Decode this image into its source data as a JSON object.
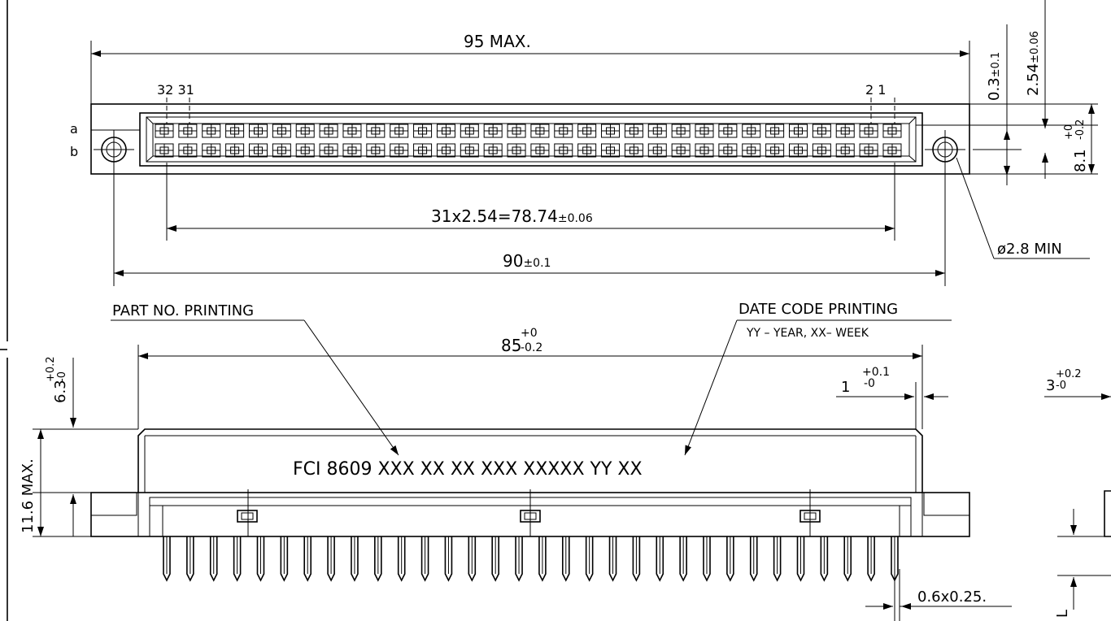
{
  "top_view": {
    "overall_length": "95  MAX.",
    "pin_label_32_31": "32 31",
    "pin_label_2_1": "2  1",
    "row_a": "a",
    "row_b": "b",
    "pitch_dim": "31x2.54=78.74",
    "pitch_tol": "±0.06",
    "mount_spacing": "90",
    "mount_tol": "±0.1",
    "hole_dia": "ø2.8  MIN",
    "offset_dim": "0.3",
    "offset_tol": "±0.1",
    "row_pitch_dim": "2.54",
    "row_pitch_tol": "±0.06",
    "width_dim": "8.1",
    "width_tol_plus": "+0",
    "width_tol_minus": "-0.2"
  },
  "side_view": {
    "part_no_label": "PART  NO.  PRINTING",
    "date_code_label": "DATE  CODE  PRINTING",
    "date_code_sub": "YY  –  YEAR,  XX–  WEEK",
    "body_length": "85",
    "body_tol_plus": "+0",
    "body_tol_minus": "-0.2",
    "marking_text": "FCI 8609  XXX XX XX XXX XXXXX   YY XX",
    "flange_dim": "1",
    "flange_tol_plus": "+0.1",
    "flange_tol_minus": "-0",
    "body_height": "6.3",
    "body_height_tol_plus": "+0.2",
    "body_height_tol_minus": "-0",
    "overall_height": "11.6  MAX.",
    "pin_section": "0.6x0.25."
  },
  "end_view": {
    "width_dim": "3",
    "width_tol_plus": "+0.2",
    "width_tol_minus": "-0",
    "side_letter": "L"
  }
}
